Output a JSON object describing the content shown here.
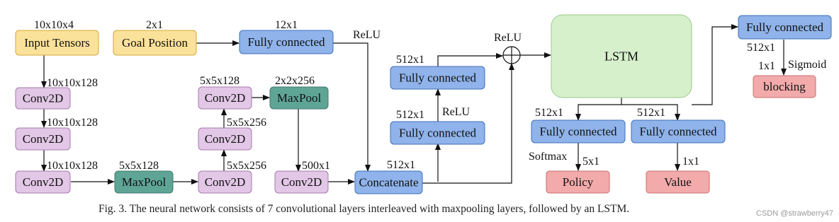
{
  "colors": {
    "yellow": "#fbe29a",
    "yellow_border": "#d4a73a",
    "purple": "#e2c7e6",
    "purple_border": "#a77aae",
    "teal": "#5fa596",
    "teal_border": "#3d7a6c",
    "blue": "#8fb3ea",
    "blue_border": "#3f6fb8",
    "green": "#d6f0cc",
    "green_border": "#9dc98d",
    "red": "#f2aaaa",
    "red_border": "#cc6d6d"
  },
  "nodes": {
    "input_tensors": "Input Tensors",
    "goal_position": "Goal Position",
    "fc_goal": "Fully connected",
    "conv1": "Conv2D",
    "conv2": "Conv2D",
    "conv3": "Conv2D",
    "maxpool1": "MaxPool",
    "conv4": "Conv2D",
    "conv5": "Conv2D",
    "conv6": "Conv2D",
    "maxpool2": "MaxPool",
    "conv7": "Conv2D",
    "concatenate": "Concatenate",
    "fc_a": "Fully connected",
    "fc_b": "Fully connected",
    "lstm": "LSTM",
    "fc_policy": "Fully connected",
    "fc_value": "Fully connected",
    "fc_blocking": "Fully connected",
    "policy": "Policy",
    "value": "Value",
    "blocking": "blocking"
  },
  "labels": {
    "input_dim": "10x10x4",
    "goal_dim": "2x1",
    "fc_goal_dim": "12x1",
    "relu_goal": "ReLU",
    "conv1_dim": "10x10x128",
    "conv2_dim": "10x10x128",
    "conv3_dim": "10x10x128",
    "maxpool1_dim": "5x5x128",
    "conv4_dim": "5x5x256",
    "conv5_dim": "5x5x256",
    "conv6_dim": "5x5x128",
    "maxpool2_dim": "2x2x256",
    "conv7_dim": "500x1",
    "concat_dim": "512x1",
    "fc_b_dim": "512x1",
    "relu_mid": "ReLU",
    "fc_a_dim": "512x1",
    "relu_sum": "ReLU",
    "policy_fc_dim": "512x1",
    "value_fc_dim": "512x1",
    "softmax": "Softmax",
    "policy_dim": "5x1",
    "value_dim": "1x1",
    "blocking_fc_dim": "512x1",
    "blocking_dim": "1x1",
    "sigmoid": "Sigmoid"
  },
  "caption": "Fig. 3.   The neural network consists of 7 convolutional layers interleaved with maxpooling layers, followed by an LSTM.",
  "watermark": "CSDN @strawberry47"
}
